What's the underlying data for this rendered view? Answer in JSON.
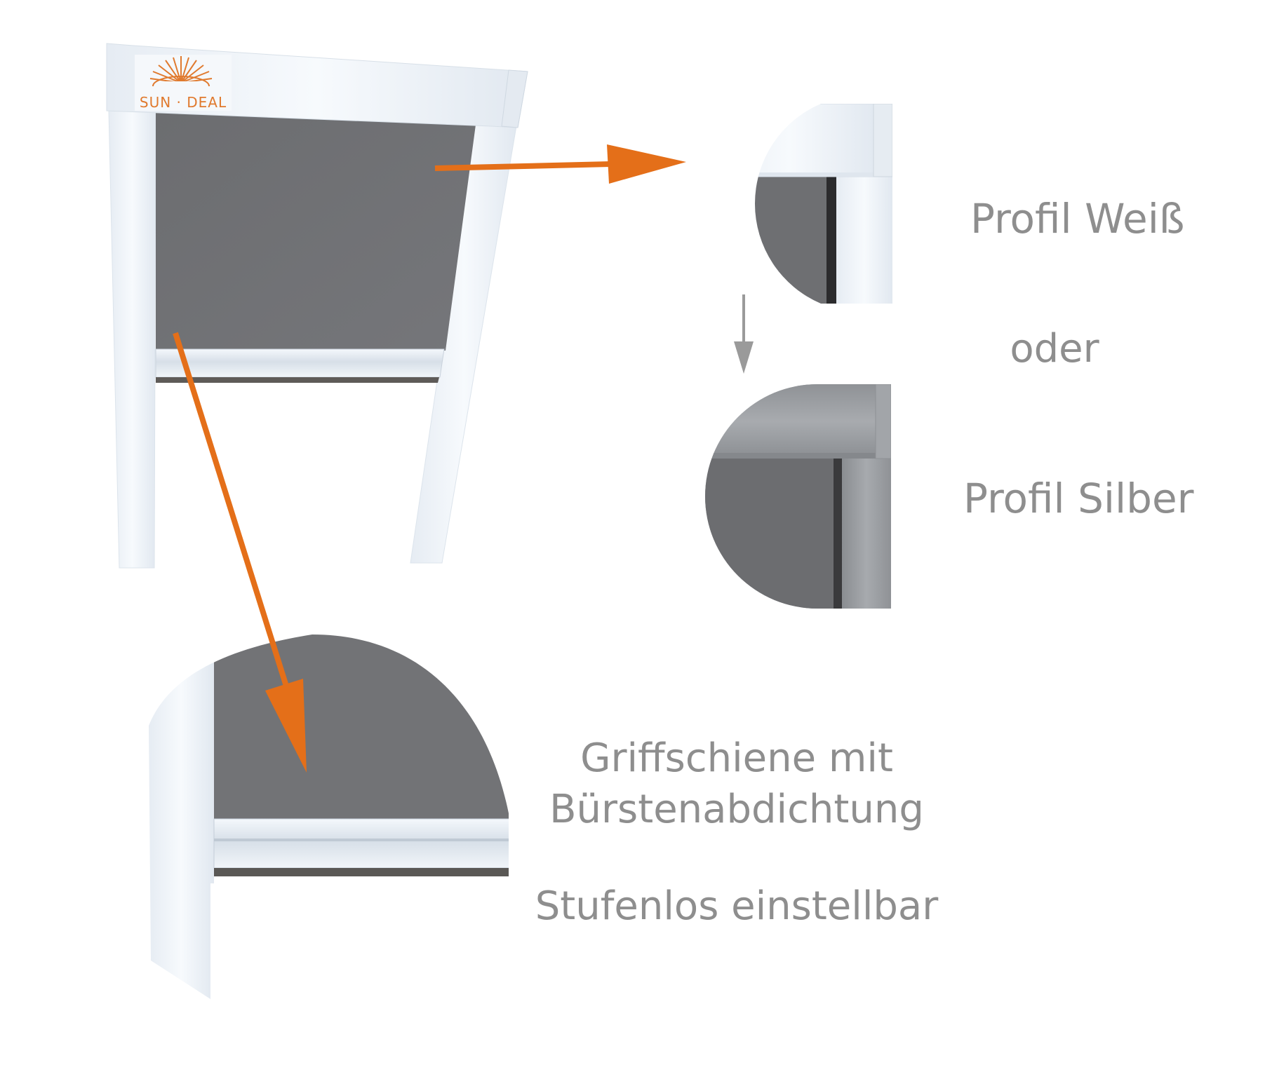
{
  "brand": {
    "logo_text": "SUN · DEAL",
    "logo_color": "#e07a2e"
  },
  "labels": {
    "profile_white": "Profil Weiß",
    "or": "oder",
    "profile_silver": "Profil Silber",
    "rail_line1": "Griffschiene mit",
    "rail_line2": "Bürstenabdichtung",
    "adjustable": "Stufenlos einstellbar"
  },
  "colors": {
    "arrow_orange": "#e46f19",
    "arrow_gray": "#9a9a9a",
    "fabric_gray": "#6f7073",
    "frame_white": "#eef3f8",
    "profile_silver": "#9b9ea2",
    "text_gray": "#8e8e8e"
  },
  "icons": {
    "arrow_to_profile": "arrow-right-icon",
    "arrow_to_rail": "arrow-down-icon",
    "arrow_between_profiles": "arrow-down-icon"
  }
}
